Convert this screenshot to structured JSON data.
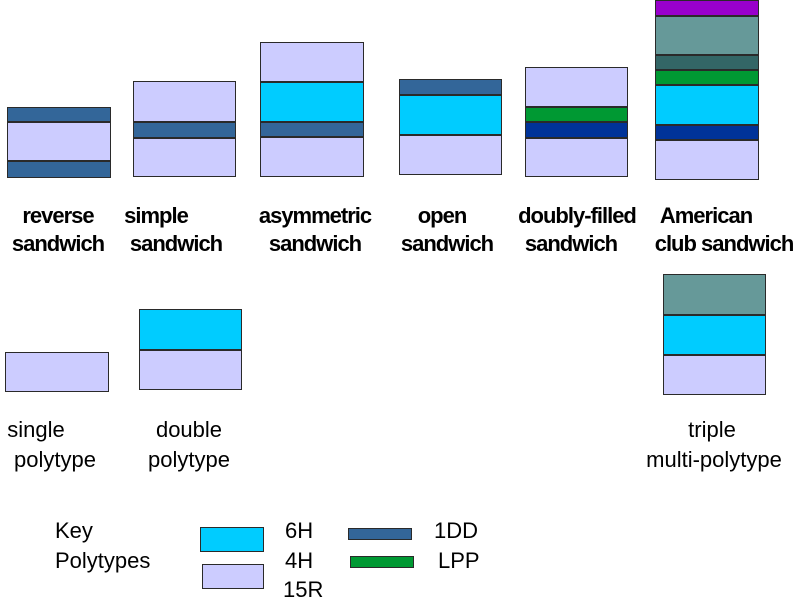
{
  "colors": {
    "6H": "#00ccff",
    "15R": "#ccccff",
    "1DD": "#336699",
    "1DD_dark": "#003399",
    "LPP": "#009933",
    "teal": "#669999",
    "dark_teal": "#336666",
    "violet": "#9900cc"
  },
  "sandwiches": [
    {
      "name": "reverse-sandwich",
      "line1": "reverse",
      "line2": "sandwich"
    },
    {
      "name": "simple-sandwich",
      "line1": "simple",
      "line2": "sandwich"
    },
    {
      "name": "asymmetric-sandwich",
      "line1": "asymmetric",
      "line2": "sandwich"
    },
    {
      "name": "open-sandwich",
      "line1": "open",
      "line2": "sandwich"
    },
    {
      "name": "doubly-filled-sandwich",
      "line1": "doubly-filled",
      "line2": "sandwich"
    },
    {
      "name": "american-club-sandwich",
      "line1": "American",
      "line2": "club sandwich"
    }
  ],
  "polytypes": [
    {
      "name": "single-polytype",
      "line1": "single",
      "line2": "polytype"
    },
    {
      "name": "double-polytype",
      "line1": "double",
      "line2": "polytype"
    },
    {
      "name": "triple-multi-polytype",
      "line1": "triple",
      "line2": "multi-polytype"
    }
  ],
  "key": {
    "title_line1": "Key",
    "title_line2": "Polytypes",
    "label_6H": "6H",
    "label_4H": "4H",
    "label_15R": "15R",
    "label_1DD": "1DD",
    "label_LPP": "LPP"
  }
}
